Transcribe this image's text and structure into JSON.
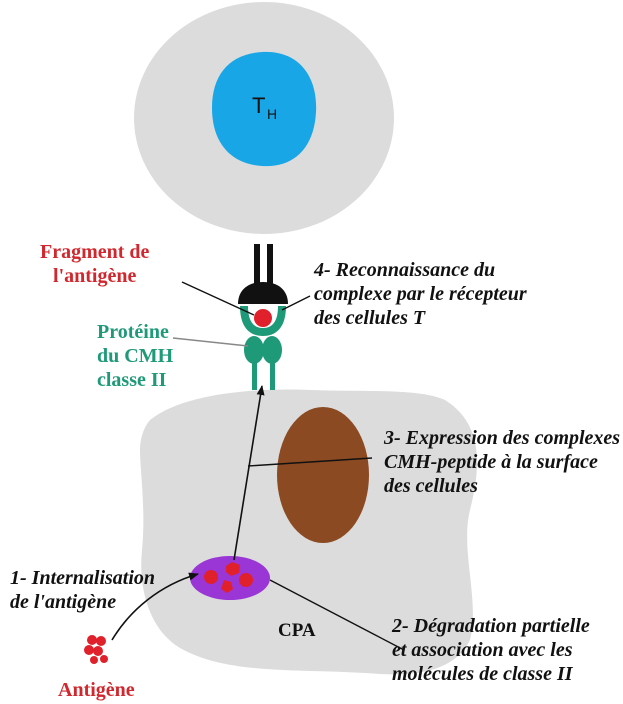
{
  "cells": {
    "th_label": "T",
    "th_subscript": "H",
    "apc_label": "CPA"
  },
  "labels": {
    "fragment": [
      "Fragment de",
      "l'antigène"
    ],
    "mhc_protein": [
      "Protéine",
      "du CMH",
      "classe II"
    ],
    "antigen": "Antigène"
  },
  "steps": [
    {
      "lines": [
        "1- Internalisation",
        "de l'antigène"
      ]
    },
    {
      "lines": [
        "2- Dégradation partielle",
        "et association avec les",
        "molécules de classe II"
      ]
    },
    {
      "lines": [
        "3- Expression des complexes",
        "CMH-peptide à la surface",
        "des cellules"
      ]
    },
    {
      "lines": [
        "4- Reconnaissance du",
        "complexe par le récepteur",
        "des cellules T"
      ]
    }
  ],
  "colors": {
    "cell_fill": "#dcdcdc",
    "th_nucleus": "#19a6e6",
    "apc_nucleus": "#8b4a22",
    "vesicle": "#9a35d6",
    "antigen": "#e0202a",
    "mhc": "#1f9a78",
    "receptor": "#111111"
  }
}
